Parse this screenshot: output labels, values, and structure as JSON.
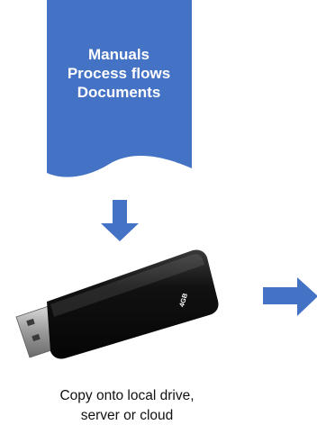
{
  "document_shape": {
    "lines": [
      "Manuals",
      "Process flows",
      "Documents"
    ],
    "fill_color": "#4472C4"
  },
  "usb_drive": {
    "capacity_label": "4GB",
    "body_color": "#111111",
    "connector_color": "#9a9a9a"
  },
  "caption": {
    "line1": "Copy onto local drive,",
    "line2": "server or cloud"
  },
  "arrows": {
    "color": "#4472C4",
    "down_arrow": "arrow-down-icon",
    "right_arrow": "arrow-right-icon"
  }
}
